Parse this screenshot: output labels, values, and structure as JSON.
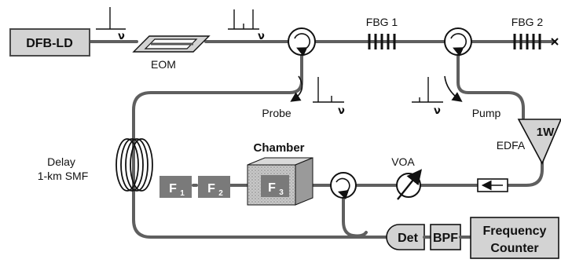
{
  "components": {
    "laser_label": "DFB-LD",
    "modulator_label": "EOM",
    "fbg1_label": "FBG 1",
    "fbg2_label": "FBG 2",
    "probe_label": "Probe",
    "pump_label": "Pump",
    "edfa_label": "EDFA",
    "edfa_power": "1W",
    "delay_label_line1": "Delay",
    "delay_label_line2": "1-km SMF",
    "chamber_label": "Chamber",
    "voa_label": "VOA",
    "filter1": {
      "main": "F",
      "sub": "1"
    },
    "filter2": {
      "main": "F",
      "sub": "2"
    },
    "filter3": {
      "main": "F",
      "sub": "3"
    },
    "detector_label": "Det",
    "bpf_label": "BPF",
    "counter_label_line1": "Frequency",
    "counter_label_line2": "Counter",
    "nu_symbol": "ν"
  },
  "colors": {
    "fiber": "#5f5f5f",
    "box_fill": "#d3d3d3",
    "filter_fill": "#7a7a7a",
    "chamber_fill": "#bdbdbd"
  }
}
